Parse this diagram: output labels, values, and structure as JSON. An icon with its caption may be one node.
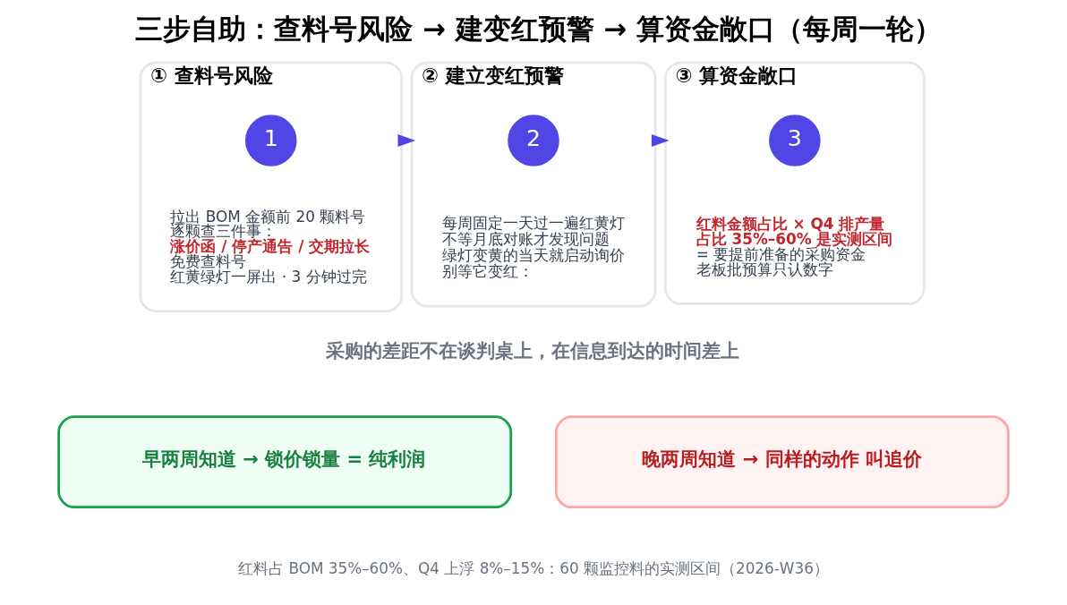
{
  "diagram": {
    "title": "三步自助：查料号风险 → 建变红预警 → 算资金敞口（每周一轮）",
    "caption": "红料占 BOM 35%–60%、Q4 上浮 8%–15%：60 颗监控料的实测区间（2026-W36）",
    "nodes": [
      {
        "text": [
          "① 查料号风险",
          "拉出 BOM 金额前 20 颗料号",
          "逐颗查三件事：",
          "涨价函 / 停产通告 / 交期拉长",
          "免费查料号",
          "红黄绿灯一屏出 · 3 分钟过完"
        ]
      },
      {
        "text": [
          "1"
        ],
        "in": 0
      },
      {
        "text": [
          "② 建立变红预警",
          "每周固定一天过一遍红黄灯",
          "不等月底对账才发现问题",
          "绿灯变黄的当天就启动询价",
          "别等它变红："
        ]
      },
      {
        "text": [
          "2"
        ],
        "in": 2
      },
      {
        "text": [
          "③ 算资金敞口",
          "红料金额占比 × Q4 排产量",
          "占比 35%–60% 是实测区间",
          "= 要提前准备的采购资金",
          "老板批预算只认数字"
        ]
      },
      {
        "text": [
          "3"
        ],
        "in": 4
      },
      {
        "text": [
          "早两周知道 → 锁价锁量 = 纯利润"
        ]
      },
      {
        "text": [
          "晚两周知道 → 同样的动作 叫追价"
        ]
      }
    ],
    "edges": [
      {
        "from": 0,
        "to": 2,
        "arrow": "to"
      },
      {
        "from": 2,
        "to": 4,
        "arrow": "to"
      }
    ],
    "labels": [
      "采购的差距不在谈判桌上，在信息到达的时间差上"
    ]
  }
}
